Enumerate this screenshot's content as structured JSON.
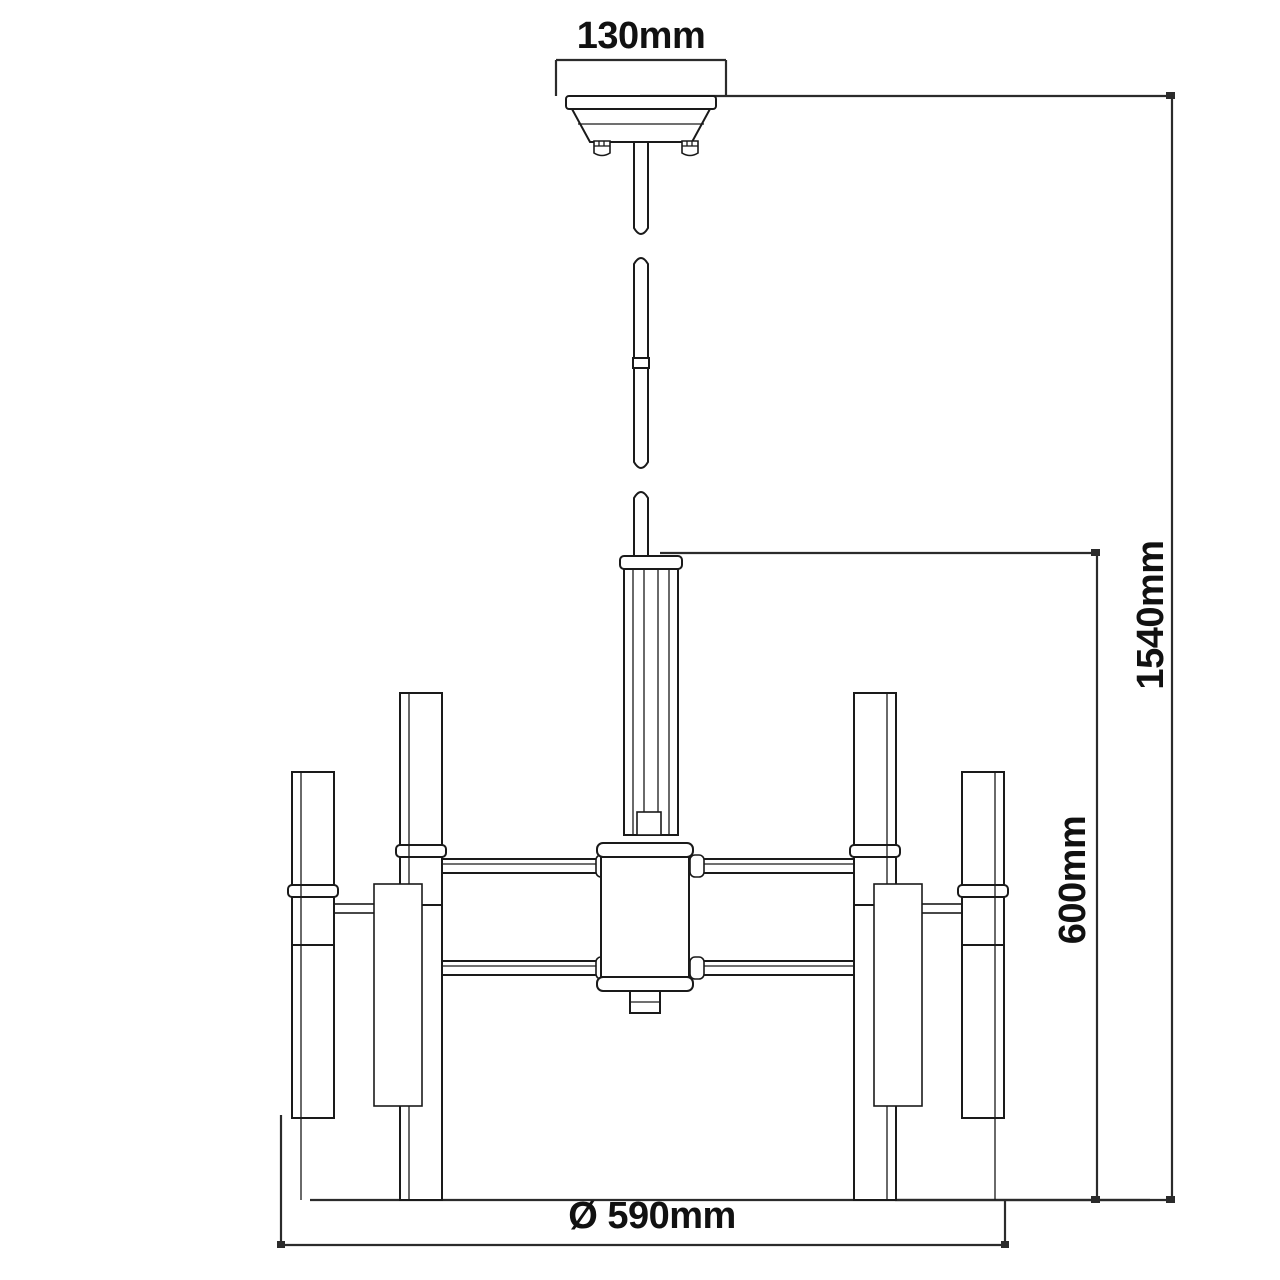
{
  "drawing": {
    "title": "Chandelier dimensional drawing",
    "subject": "multi-arm tube chandelier",
    "view": "front elevation",
    "units": "mm",
    "line_color": "#1a1a1a",
    "background_color": "#ffffff",
    "dimension_color": "#2b2b2b"
  },
  "dimensions": {
    "canopy_width": {
      "label": "130mm",
      "value": 130,
      "unit": "mm",
      "orientation": "horizontal",
      "position": "top",
      "measures": "ceiling canopy diameter"
    },
    "total_height": {
      "label": "1540mm",
      "value": 1540,
      "unit": "mm",
      "orientation": "vertical",
      "position": "far-right",
      "measures": "overall drop height from ceiling to lowest point"
    },
    "fixture_height": {
      "label": "600mm",
      "value": 600,
      "unit": "mm",
      "orientation": "vertical",
      "position": "inner-right",
      "measures": "height of lamp body section"
    },
    "overall_diameter": {
      "label": "Ø 590mm",
      "value": 590,
      "unit": "mm",
      "symbol": "Ø",
      "orientation": "horizontal",
      "position": "bottom",
      "measures": "overall spread diameter of the fixture"
    }
  },
  "components": {
    "canopy": "ceiling-mount canopy plate",
    "suspension_rod": "suspension rod with break marks",
    "center_column": "vertical center column",
    "hub": "central body hub",
    "upper_arms": "upper horizontal arm pair",
    "lower_arms": "lower horizontal arm pair",
    "lamp_tubes": "vertical cylindrical lamp tubes",
    "sockets": "tube socket collars",
    "finial": "bottom finial"
  }
}
